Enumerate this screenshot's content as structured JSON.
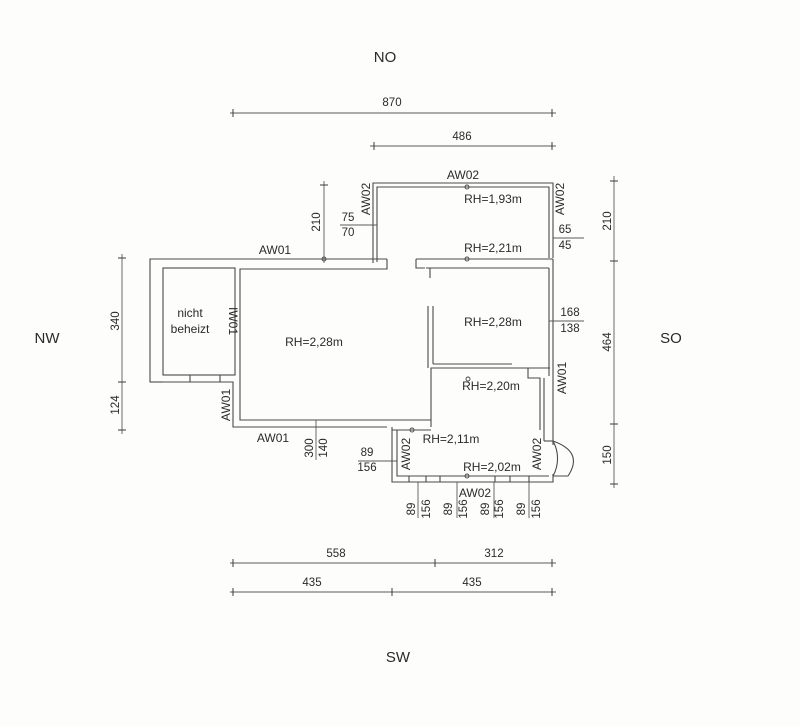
{
  "compass": {
    "north": "NO",
    "west": "NW",
    "east": "SO",
    "south": "SW"
  },
  "dimensions_top": {
    "overall": "870",
    "partial": "486"
  },
  "dimensions_bottom": {
    "row1_left": "558",
    "row1_right": "312",
    "row2_left": "435",
    "row2_right": "435"
  },
  "dimensions_left": {
    "upper": "340",
    "lower": "124"
  },
  "dimensions_right": {
    "upper": "210",
    "middle": "464",
    "lower": "150"
  },
  "dimensions_inner": {
    "left_210": "210",
    "window_top_a": "75",
    "window_top_b": "70",
    "window_right_a": "65",
    "window_right_b": "45",
    "window_mid_a": "168",
    "window_mid_b": "138",
    "bottom_300": "300",
    "bottom_140": "140",
    "door_a": "89",
    "door_b": "156",
    "bw": [
      {
        "a": "89",
        "b": "156"
      },
      {
        "a": "89",
        "b": "156"
      },
      {
        "a": "89",
        "b": "156"
      },
      {
        "a": "89",
        "b": "156"
      }
    ]
  },
  "wall_labels": {
    "aw02_top": "AW02",
    "aw02_left_top": "AW02",
    "aw02_right_top": "AW02",
    "aw01_top": "AW01",
    "iw01": "IW01",
    "aw01_left": "AW01",
    "aw01_bottom": "AW01",
    "aw01_right": "AW01",
    "aw02_bottom_left": "AW02",
    "aw02_bottom_right": "AW02",
    "aw02_bottom": "AW02"
  },
  "room_heights": {
    "r1": "RH=1,93m",
    "r2": "RH=2,21m",
    "r3": "RH=2,28m",
    "r4": "RH=2,28m",
    "r5": "RH=2,20m",
    "r6": "RH=2,11m",
    "r7": "RH=2,02m"
  },
  "unheated": {
    "line1": "nicht",
    "line2": "beheizt"
  }
}
